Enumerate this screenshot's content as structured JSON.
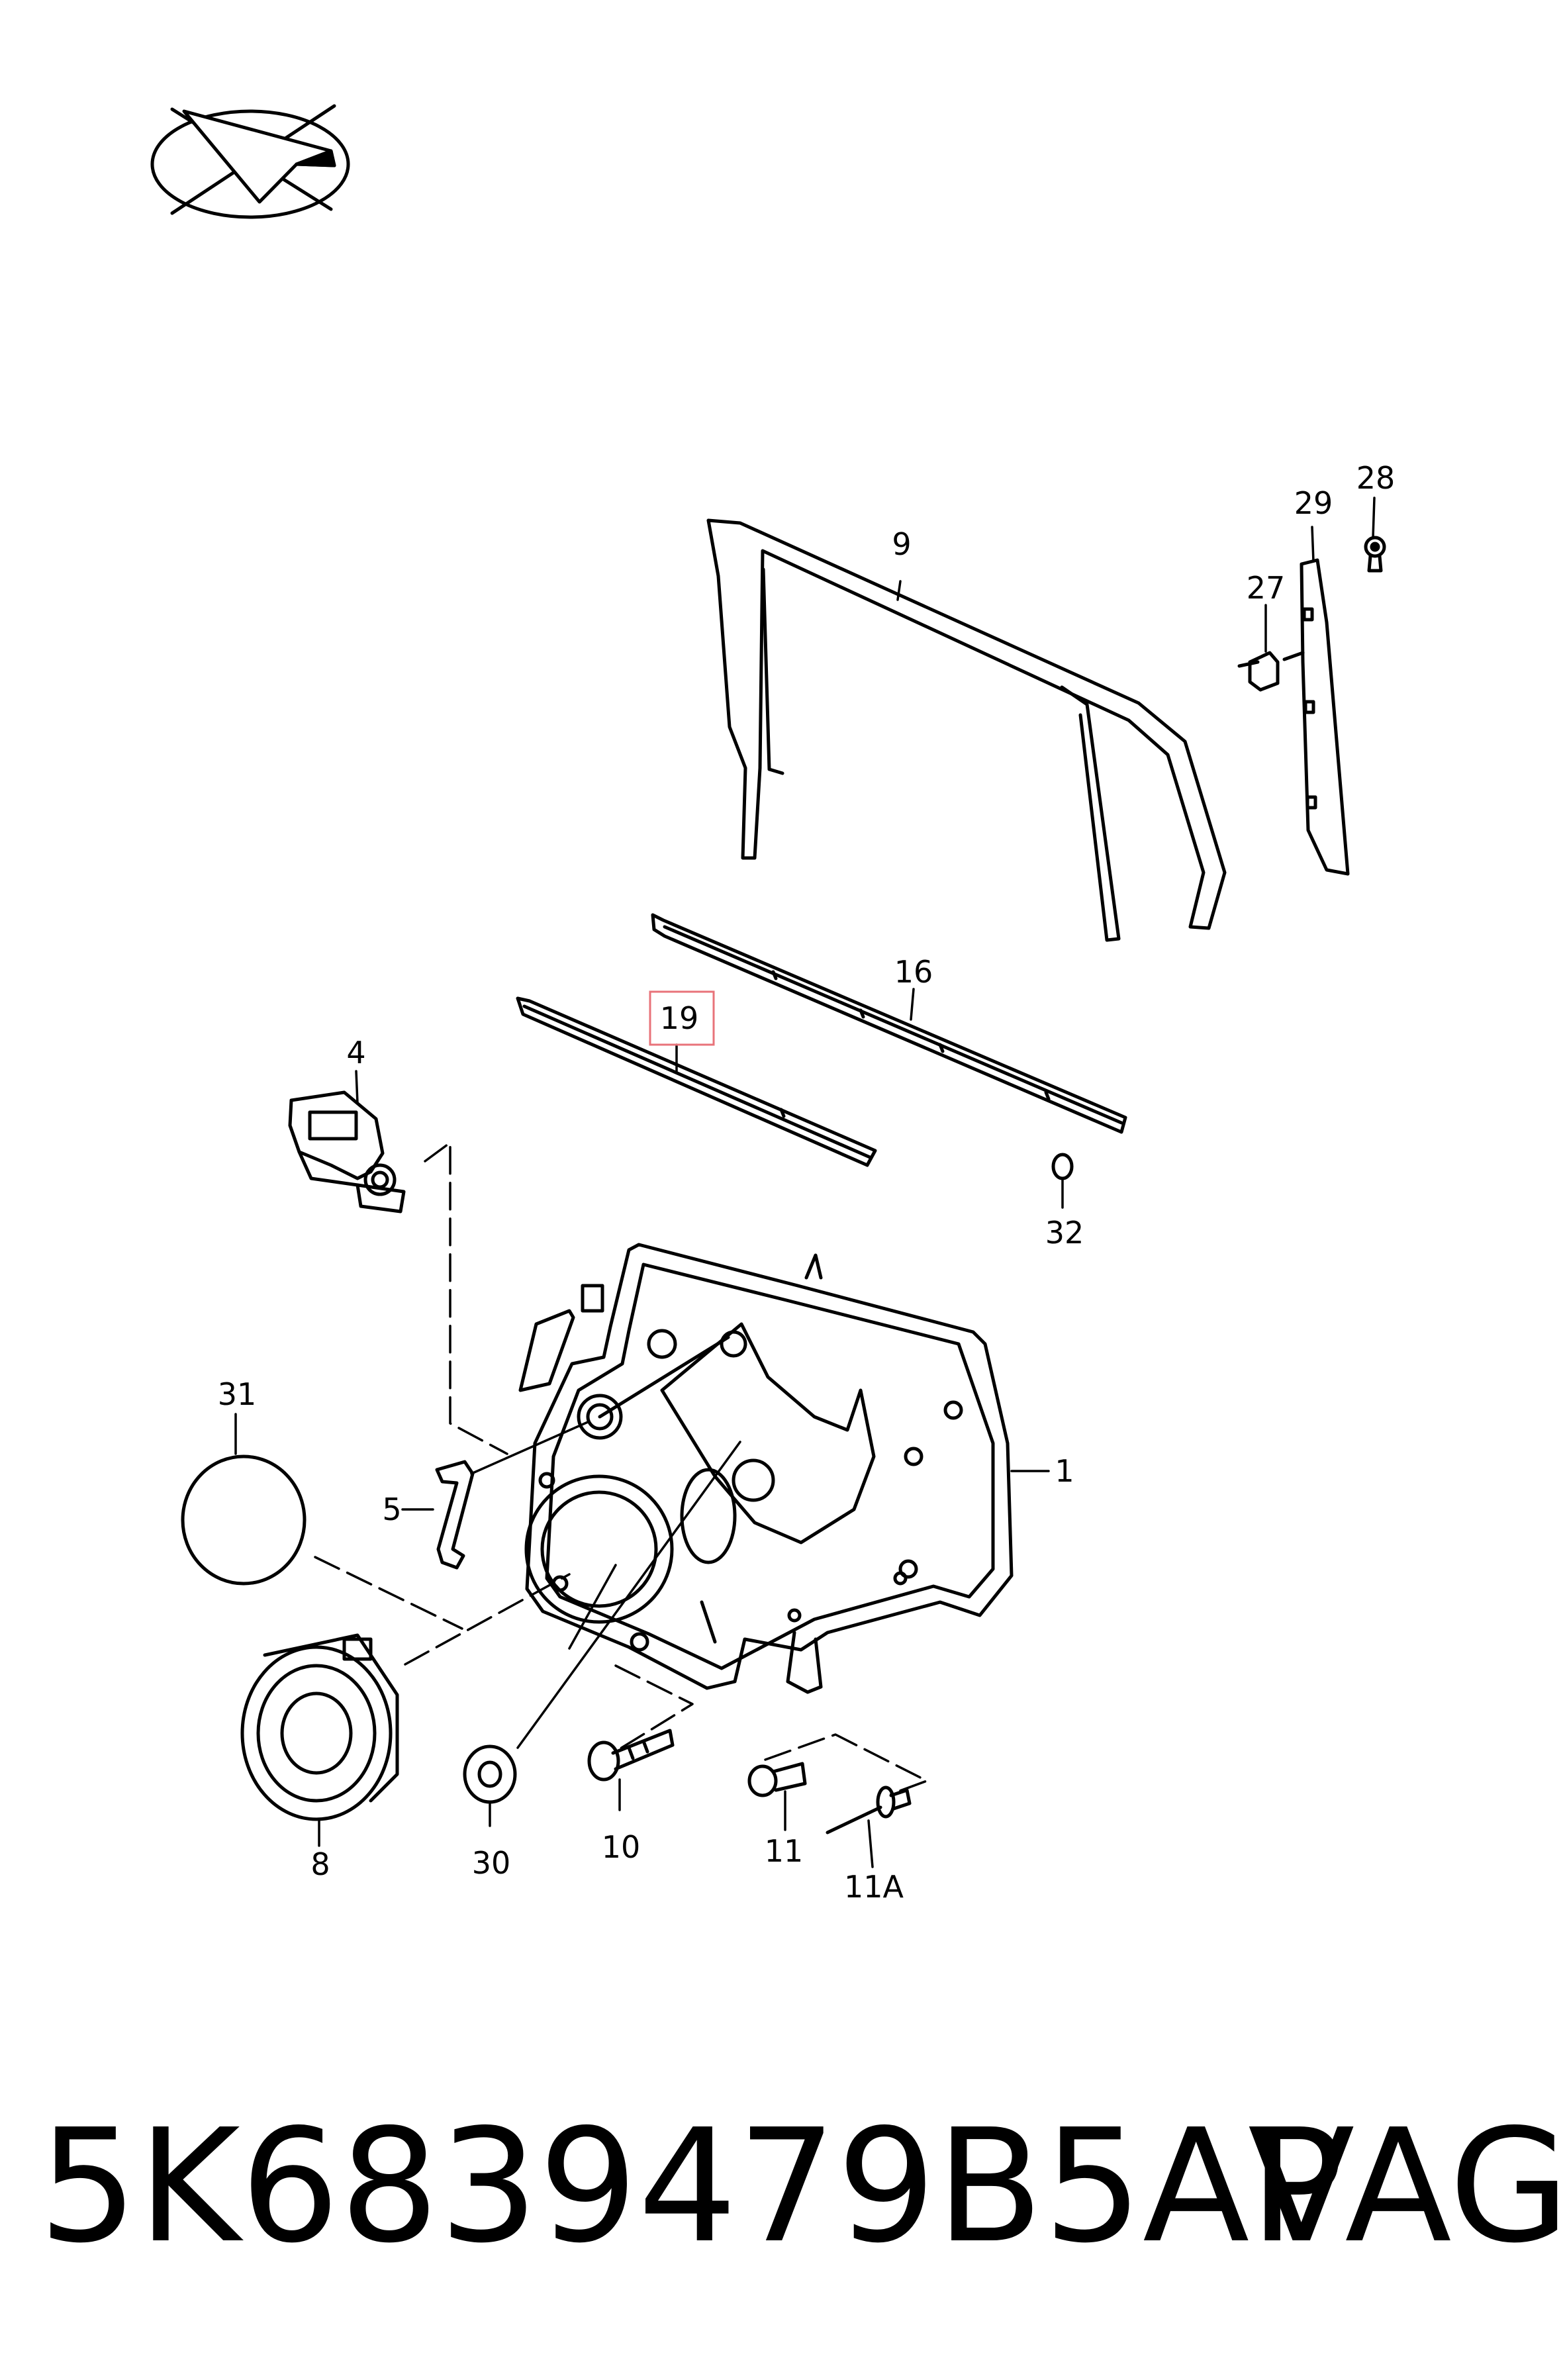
{
  "callouts": {
    "c1": "1",
    "c4": "4",
    "c5": "5",
    "c8": "8",
    "c9": "9",
    "c10": "10",
    "c11": "11",
    "c11a": "11A",
    "c16": "16",
    "c19": "19",
    "c27": "27",
    "c28": "28",
    "c29": "29",
    "c30": "30",
    "c31": "31",
    "c32": "32"
  },
  "highlighted_callout": "19",
  "colors": {
    "ink": "#000000",
    "highlight": "#e8737a",
    "background": "#ffffff"
  },
  "icons": {
    "logo": "direction-arrow-logo-icon"
  },
  "footer": {
    "part_number": "5K6839479B5AP",
    "brand": "VAG"
  }
}
